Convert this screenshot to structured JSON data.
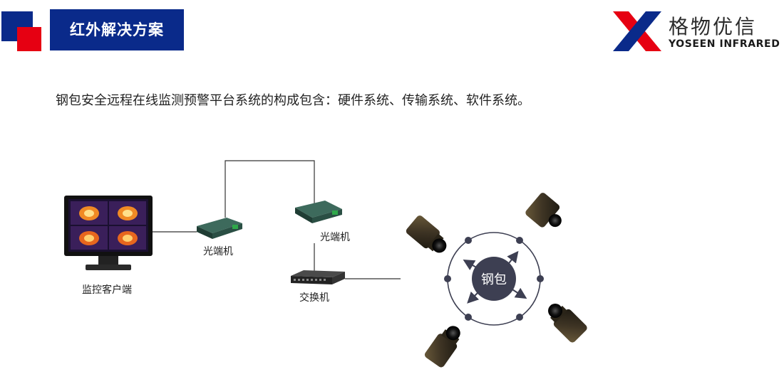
{
  "header": {
    "title": "红外解决方案"
  },
  "logo": {
    "name_cn": "格物优信",
    "name_en": "YOSEEN INFRARED"
  },
  "intro": "钢包安全远程在线监测预警平台系统的构成包含：硬件系统、传输系统、软件系统。",
  "diagram": {
    "client_label": "监控客户端",
    "transceiver_left_label": "光端机",
    "transceiver_right_label": "光端机",
    "switch_label": "交换机",
    "ladle_label": "钢包"
  },
  "colors": {
    "brand_blue": "#0a2a8a",
    "brand_red": "#e60012",
    "ladle": "#3d3f52"
  }
}
